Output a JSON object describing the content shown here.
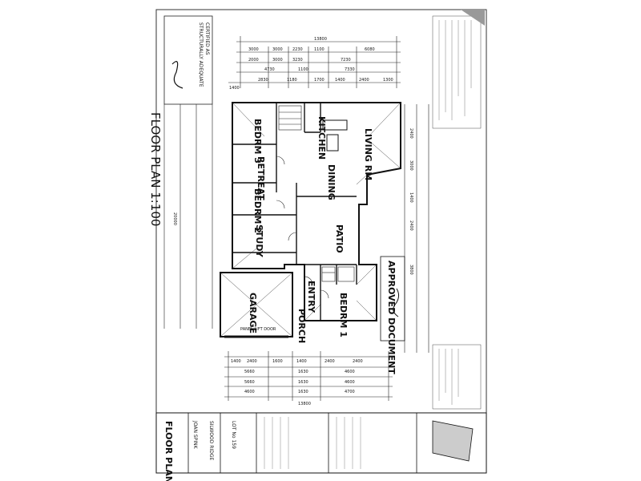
{
  "sheet": {
    "title": "FLOOR PLAN 1:100",
    "certification": {
      "heading": "CERTIFIED AS",
      "status": "STRUCTURALLY ADEQUATE"
    },
    "approval": "APPROVED DOCUMENT"
  },
  "rooms": {
    "bedroom3": "BEDRM 3",
    "retreat": "RETREAT",
    "bedroom2": "BEDRM 2",
    "study": "STUDY",
    "garage": "GARAGE",
    "entry": "ENTRY",
    "porch": "PORCH",
    "bedroom1": "BEDRM 1",
    "patio": "PATIO",
    "dining": "DINING",
    "living": "LIVING RM",
    "kitchen": "KITCHEN"
  },
  "dimensions": {
    "top_overall": "13800",
    "top_row1": [
      "3000",
      "3000",
      "2230",
      "1100",
      "6080"
    ],
    "top_row2": [
      "2000",
      "3000",
      "3230",
      "7230"
    ],
    "top_row3": [
      "4730",
      "1100",
      "7330"
    ],
    "top_row4": [
      "1400",
      "2830",
      "1180",
      "1700",
      "1400",
      "2400",
      "1300"
    ],
    "right_col": [
      "2400",
      "3000",
      "1400",
      "2400",
      "3800"
    ],
    "bottom_overall": "13800",
    "bottom_row1": [
      "1400",
      "2400",
      "1600",
      "1400",
      "2400",
      "2400"
    ],
    "bottom_row2": [
      "5660",
      "1630",
      "4600"
    ],
    "bottom_row3": [
      "5660",
      "1630",
      "4600"
    ],
    "bottom_row4": [
      "4600",
      "1630",
      "4700"
    ],
    "left_overall": "20000"
  },
  "title_block": {
    "lot": "LOT No 159",
    "estate": "SILWOOD RIDGE",
    "drawing": "FLOOR PLAN",
    "client": "JOAN SPINK"
  },
  "labels": {
    "garage_door": "PANEL-LIFT DOOR"
  }
}
